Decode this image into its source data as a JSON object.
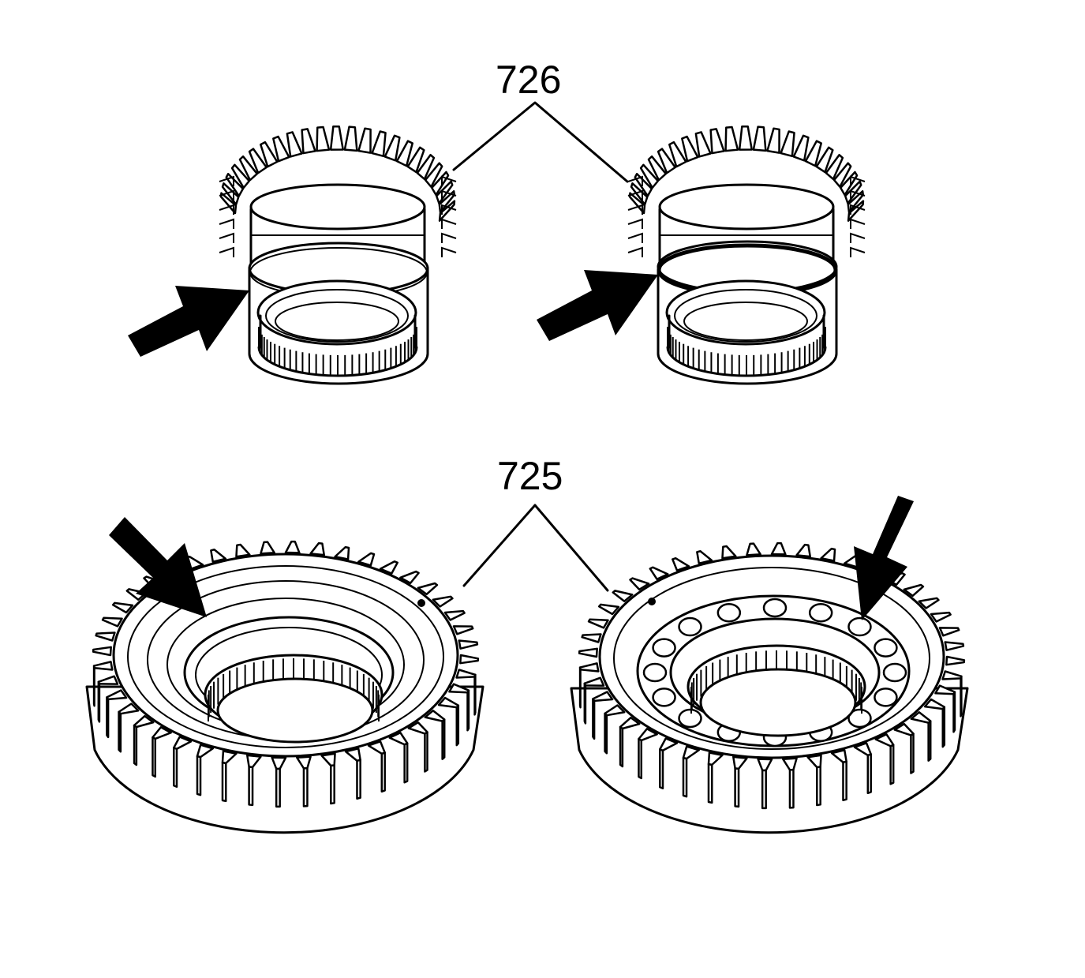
{
  "callouts": {
    "upper_part_number": "726",
    "lower_part_number": "725"
  },
  "colors": {
    "line": "#000000",
    "background": "#ffffff"
  },
  "icons": {
    "pointer": "solid-arrow"
  }
}
